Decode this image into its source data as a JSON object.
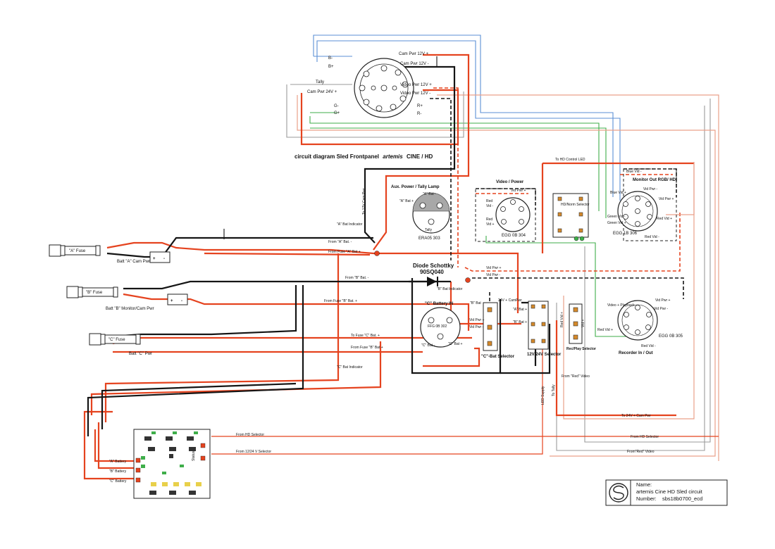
{
  "title": {
    "prefix": "circuit diagram  Sled Frontpanel",
    "brand": "artemis",
    "suffix": "CINE / HD"
  },
  "main_connector": {
    "labels": [
      "B-",
      "B+",
      "Tally",
      "Cam Pwr 24V +",
      "G-",
      "G+",
      "Cam Pwr 12V +",
      "Cam Pwr 12V -",
      "Video Pwr 12V +",
      "Video Pwr 12V -",
      "R+",
      "R-"
    ]
  },
  "fuses": [
    {
      "label": "\"A\" Fuse",
      "battery": "Batt \"A\" Cam Pwr"
    },
    {
      "label": "\"B\" Fuse",
      "battery": "Batt \"B\" Monitor/Cam Pwr"
    },
    {
      "label": "\"C\" Fuse",
      "battery": "Batt \"C\"  Pwr"
    }
  ],
  "terminal_signs": {
    "plus": "+",
    "minus": "-"
  },
  "aux_lamp": {
    "title": "Aux. Power / Tally Lamp",
    "part": "ERA05 303",
    "labels": [
      "\"A\" Bat -",
      "\"A\" Bat +",
      "Tally"
    ]
  },
  "video_power": {
    "title": "Video / Power",
    "part": "EGG 0B 304",
    "labels": [
      "Red",
      "Vid -",
      "Red",
      "Vid +",
      "Vid Pwr +"
    ]
  },
  "hdnorm": {
    "title": "HD/Norm Selector",
    "top": "To HD Control LED"
  },
  "monitor_out": {
    "title": "Monitor Out  RGB/ HD",
    "part": "EGG 1B 306",
    "labels": [
      "Blue Vid -",
      "Blue Vid +",
      "Green Vid -",
      "Green Vid +",
      "Red Vid +",
      "Red Vid -",
      "Vid Pwr -",
      "Vid Pwr +"
    ]
  },
  "diode": {
    "title": "Diode Schottky",
    "part": "90SQ040"
  },
  "c_battery": {
    "title": "\"C\" Battery IN",
    "part": "FFG 0B 302",
    "labels": [
      "\"C\" Bat -",
      "\"C\" Bat +"
    ]
  },
  "c_bat_selector": {
    "title": "\"C\"-Bat Selector",
    "labels": [
      "\"B\" Bat",
      "Vid Pwr +",
      "Vid Pwr -",
      "24V + CamPwr"
    ]
  },
  "selector_12_24": {
    "title": "12V/24V Selector",
    "labels": [
      "\"A\" Bat +",
      "\"B\" Bat +"
    ]
  },
  "recplay": {
    "title": "Rec/Play Selector",
    "labels": [
      "Red Vid +",
      "Vid +"
    ]
  },
  "recorder": {
    "title": "Recorder In / Out",
    "part": "EGG 0B 305",
    "labels": [
      "Video + Playback",
      "Vid Pwr +",
      "Vid Pwr -",
      "Red Vid +",
      "Red Vid -"
    ]
  },
  "wire_labels": {
    "to_12v_cam": "To 12V Cam Pwr",
    "a_bat_indicator": "\"A\" Bat Indicator",
    "from_a_bat_minus": "From \"A\" Bat. -",
    "from_fuse_a": "From Fuse \"A\" Bat +",
    "from_b_bat_minus": "From \"B\" Bat. -",
    "from_fuse_b": "From Fuse \"B\" Bat. +",
    "b_bat_indicator": "\"B\" Bat Indicator",
    "to_fuse_c": "To Fuse \"C\" Bat. +",
    "from_fuse_b2": "From Fuse \"B\" Bat +",
    "c_bat_indicator": "\"C\" Bat Indicator",
    "vid_pwr_plus": "Vid Pwr +",
    "vid_pwr_minus": "Vid Pwr -",
    "from_red_video": "From \"Red\" Video",
    "to_24v": "To 24V + Cam Pwr",
    "from_hd_selector": "From HD Selector",
    "from_1224": "From 12/24 V Selector",
    "from_red_video2": "From\"Red\" Video",
    "to_tally": "To Tally",
    "led_supply": "LED Supply"
  },
  "board": {
    "labels": [
      "\"A\" Battery",
      "\"B\" Battery",
      "\"C\" Battery",
      "Status"
    ]
  },
  "title_block": {
    "name_label": "Name:",
    "name": "artemis Cine HD Sled circuit",
    "number_label": "Number:",
    "number": "sbs18b0700_ecd"
  }
}
